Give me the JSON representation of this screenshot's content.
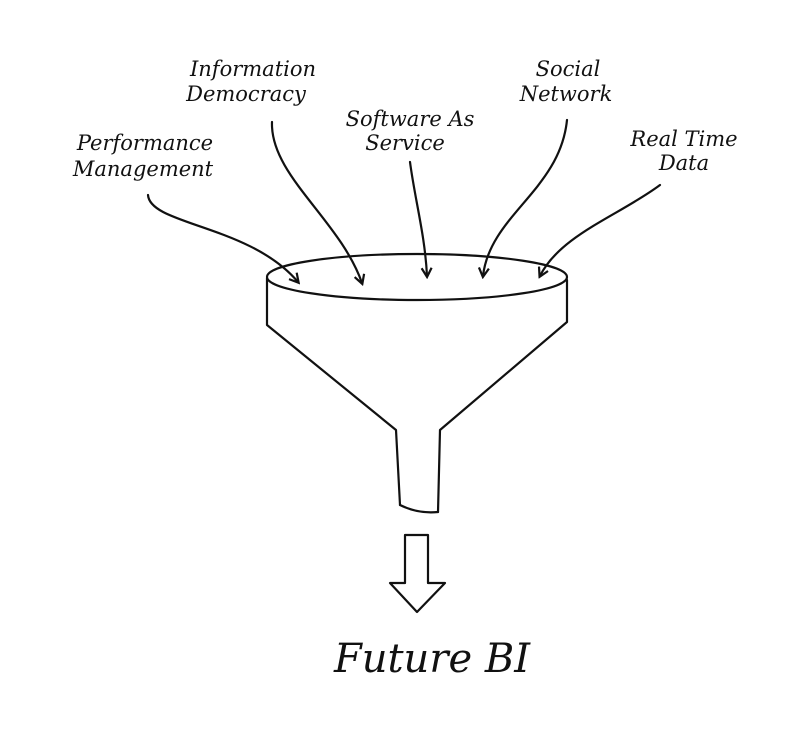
{
  "inputs": [
    {
      "line1": "Performance",
      "line2": "Management"
    },
    {
      "line1": "Information",
      "line2": "Democracy"
    },
    {
      "line1": "Software As",
      "line2": "Service"
    },
    {
      "line1": "Social",
      "line2": "Network"
    },
    {
      "line1": "Real Time",
      "line2": "Data"
    }
  ],
  "output": "Future BI"
}
